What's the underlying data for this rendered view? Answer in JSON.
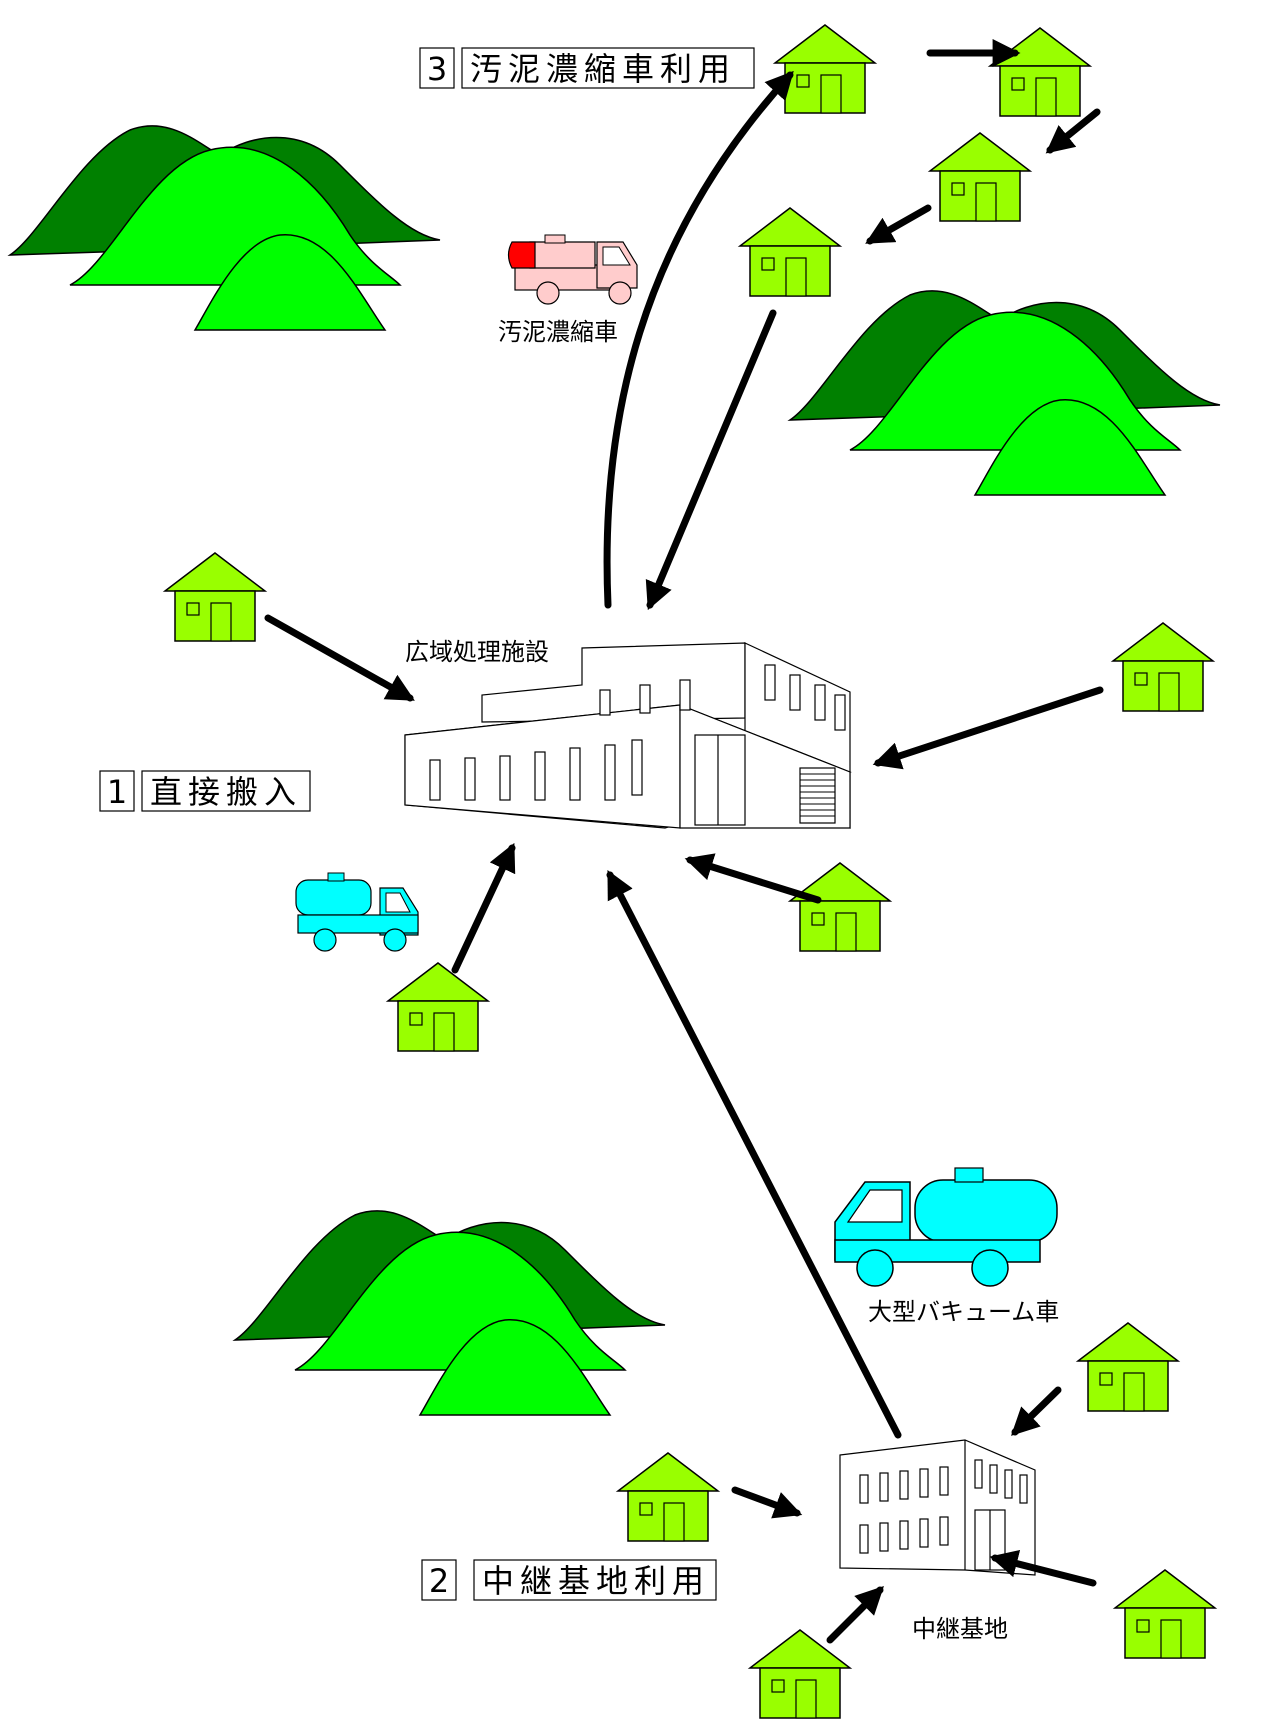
{
  "methods": [
    {
      "number": "1",
      "title": "直接搬入"
    },
    {
      "number": "2",
      "title": "中継基地利用"
    },
    {
      "number": "3",
      "title": "汚泥濃縮車利用"
    }
  ],
  "labels": {
    "facility": "広域処理施設",
    "relay_base": "中継基地",
    "sludge_truck": "汚泥濃縮車",
    "vacuum_truck": "大型バキューム車"
  },
  "colors": {
    "house": "#99ff00",
    "mountain_dark": "#008000",
    "mountain_light": "#00ff00",
    "vacuum_truck": "#00ffff",
    "sludge_truck_body": "#ffcccc",
    "sludge_truck_tank_end": "#ff0000",
    "arrow": "#000000"
  }
}
